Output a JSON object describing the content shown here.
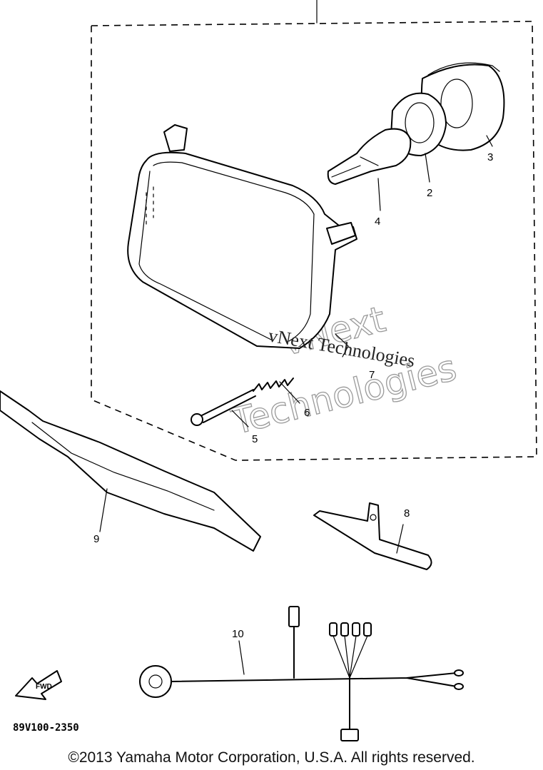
{
  "diagram": {
    "callouts": [
      "2",
      "3",
      "4",
      "5",
      "6",
      "7",
      "8",
      "9",
      "10"
    ],
    "part_code": "89V100-2350",
    "fwd_arrow_label": "FWD",
    "watermark": {
      "outline_text": [
        "vNext",
        "Technologies"
      ],
      "overlay_text": "vNext Technologies"
    }
  },
  "footer": {
    "copyright": "©2013 Yamaha Motor Corporation, U.S.A. All rights reserved."
  }
}
